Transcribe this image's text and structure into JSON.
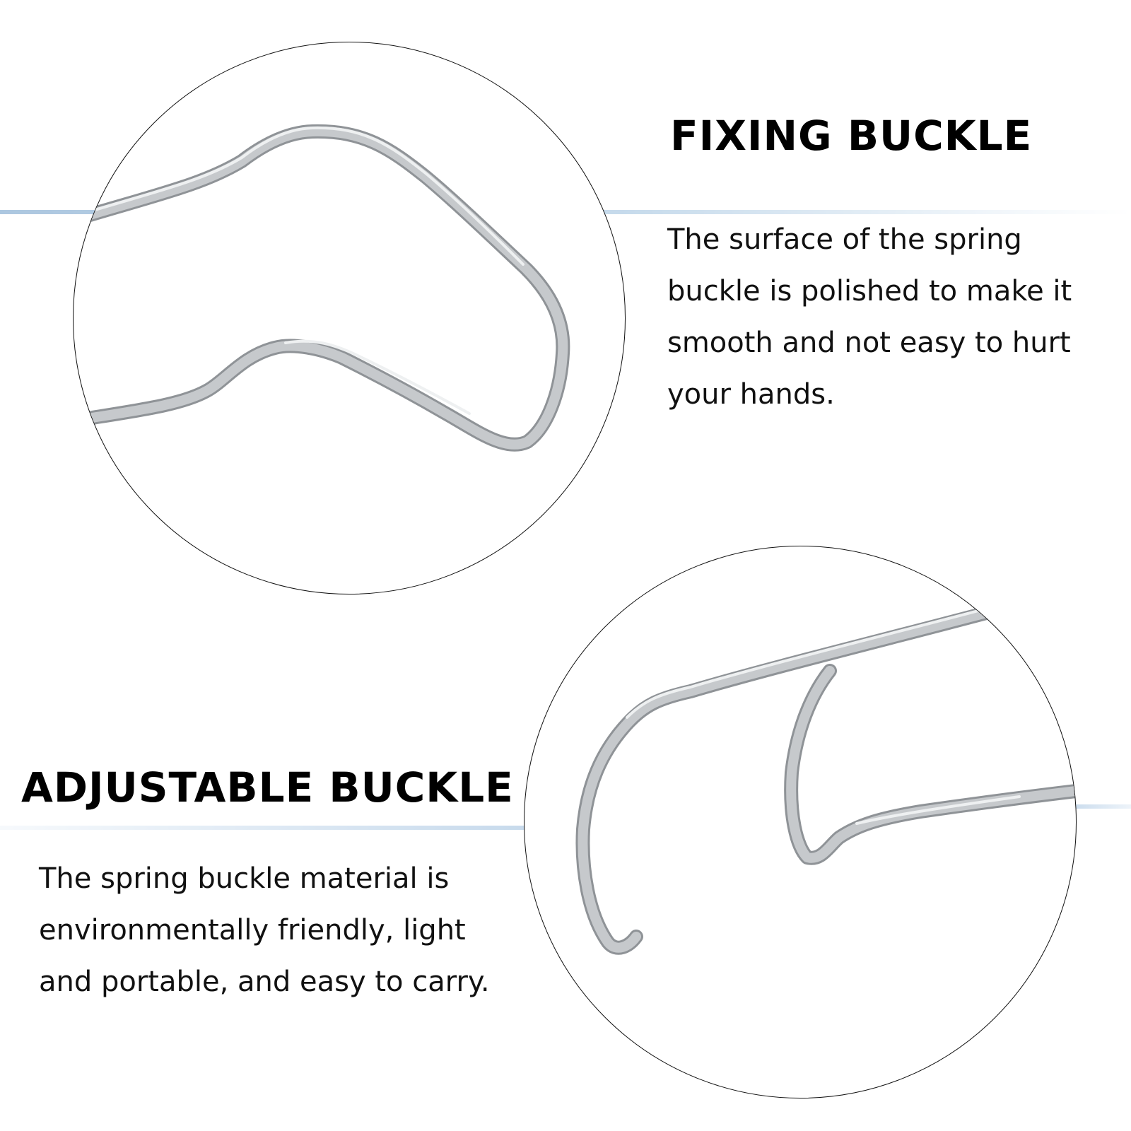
{
  "sections": [
    {
      "title": "FIXING BUCKLE",
      "description": "The surface of the spring buckle is polished to make it smooth and not easy to hurt your hands."
    },
    {
      "title": "ADJUSTABLE BUCKLE",
      "description": "The spring buckle material is environmentally friendly, light and portable, and easy to carry."
    }
  ],
  "colors": {
    "accent_line": "#bcd4e8",
    "wire_metal": "#c2c5c8",
    "text": "#111111",
    "background": "#ffffff"
  }
}
